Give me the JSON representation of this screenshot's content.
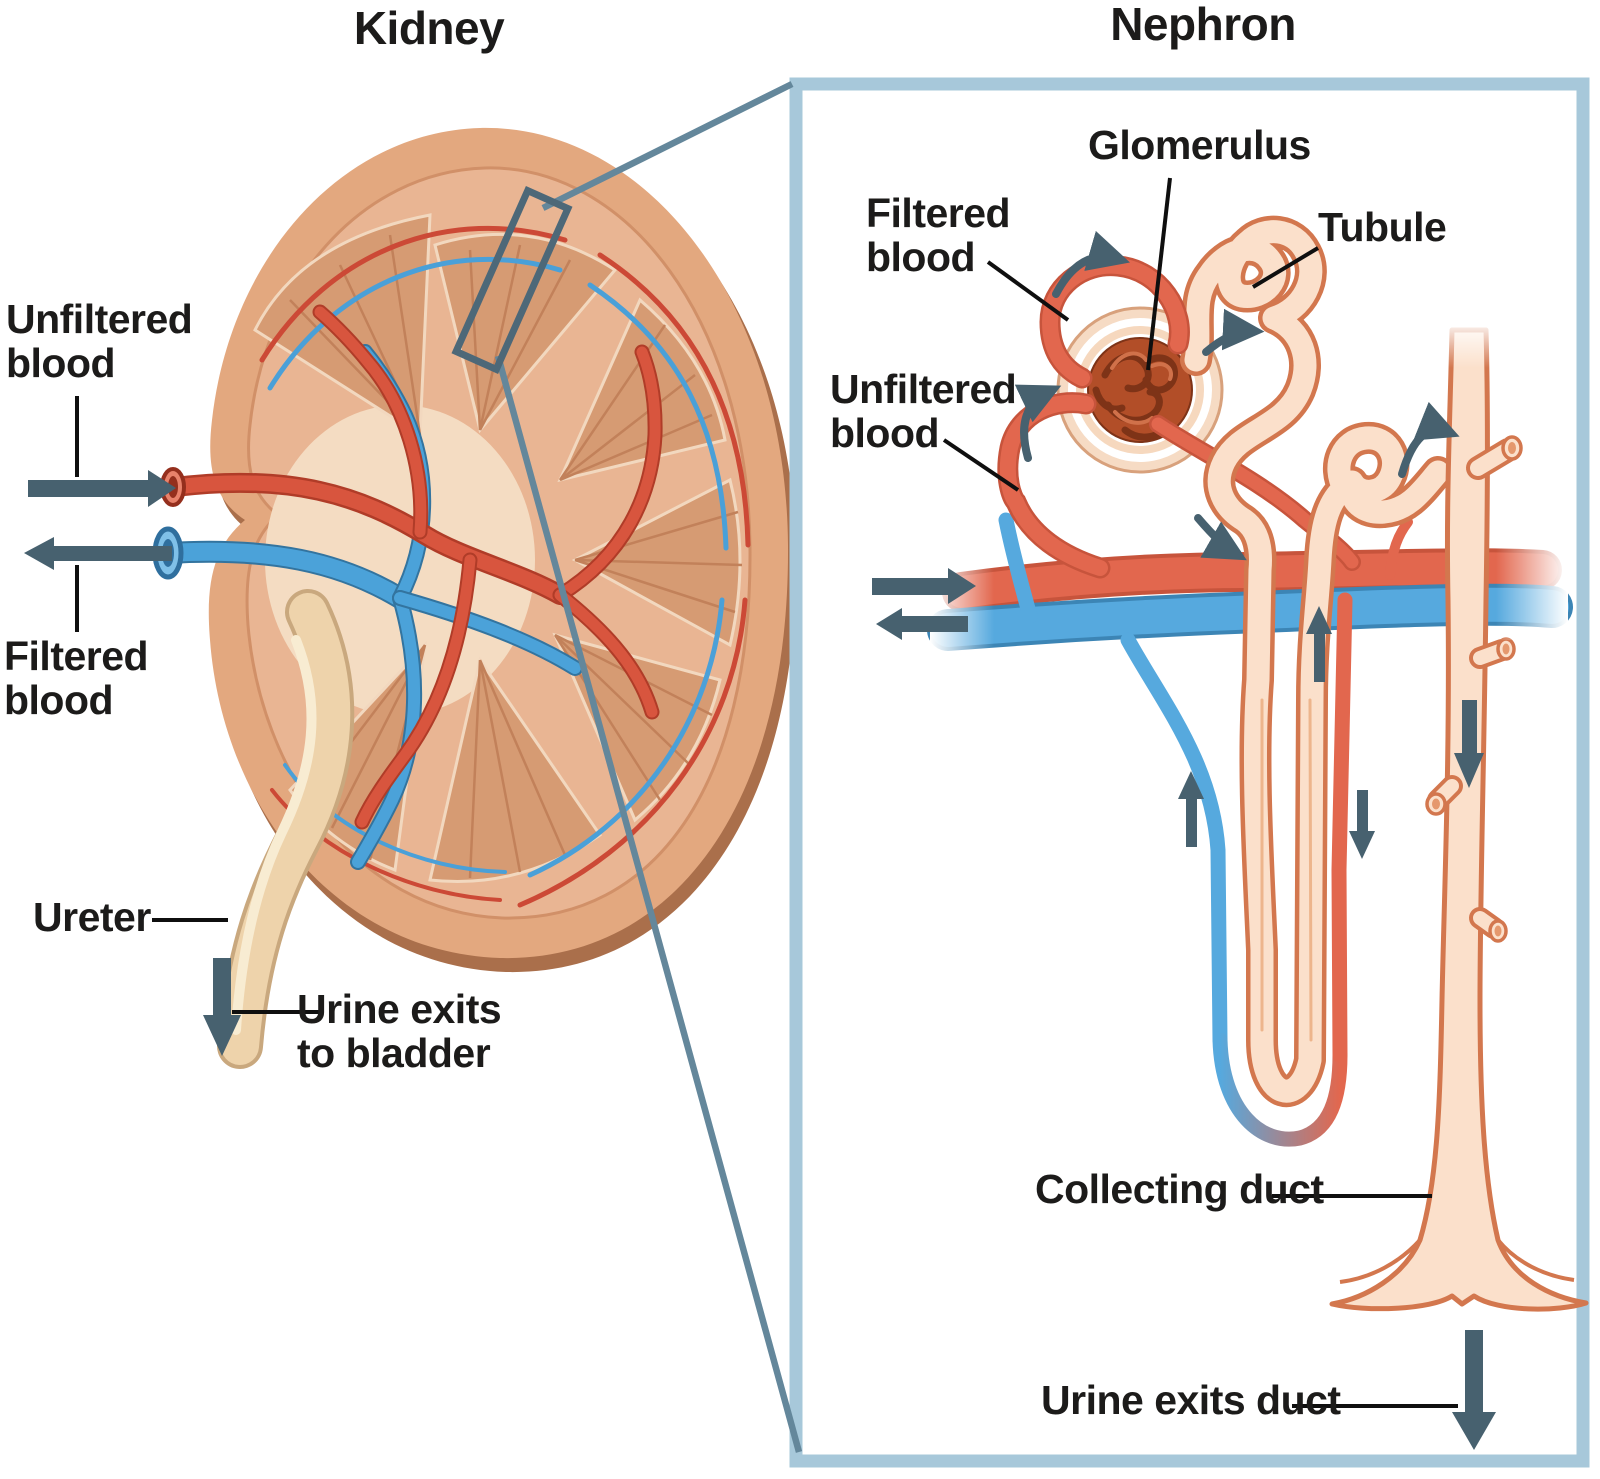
{
  "titles": {
    "kidney": "Kidney",
    "nephron": "Nephron"
  },
  "kidney_panel": {
    "labels": {
      "unfiltered_blood": "Unfiltered blood",
      "filtered_blood": "Filtered blood",
      "ureter": "Ureter",
      "urine_exits_bladder": "Urine exits to bladder"
    }
  },
  "nephron_panel": {
    "labels": {
      "glomerulus": "Glomerulus",
      "filtered_blood": "Filtered blood",
      "unfiltered_blood": "Unfiltered blood",
      "tubule": "Tubule",
      "collecting_duct": "Collecting duct",
      "urine_exits_duct": "Urine exits duct"
    }
  },
  "colors": {
    "text": "#1c1b1a",
    "box-border": "#a7c8da",
    "zoom-line": "#64879b",
    "arrow-slate": "#47616f",
    "leader": "#0f0f0f",
    "vessel-red": "#e2674e",
    "vessel-red-dark": "#c7543c",
    "vessel-blue": "#56a9de",
    "vessel-blue-dark": "#3c85b5",
    "tubule-fill": "#fbe0cb",
    "tubule-outline": "#d3774e",
    "glomerulus": "#b24e28",
    "glomerulus-dark": "#7e3317",
    "k-capsule": "#e3a87f",
    "k-rim": "#aa6f4b",
    "k-cortex": "#e9b593",
    "k-cortex-edge": "#d19068",
    "k-pelvis": "#f4dcc2",
    "k-pyramid": "#d69b73",
    "k-pyramid-line": "#c2815a",
    "k-ureter": "#eed3ab",
    "k-ureter-dark": "#c9a87e",
    "k-red": "#d8553e",
    "k-blue": "#4ba2d9"
  }
}
